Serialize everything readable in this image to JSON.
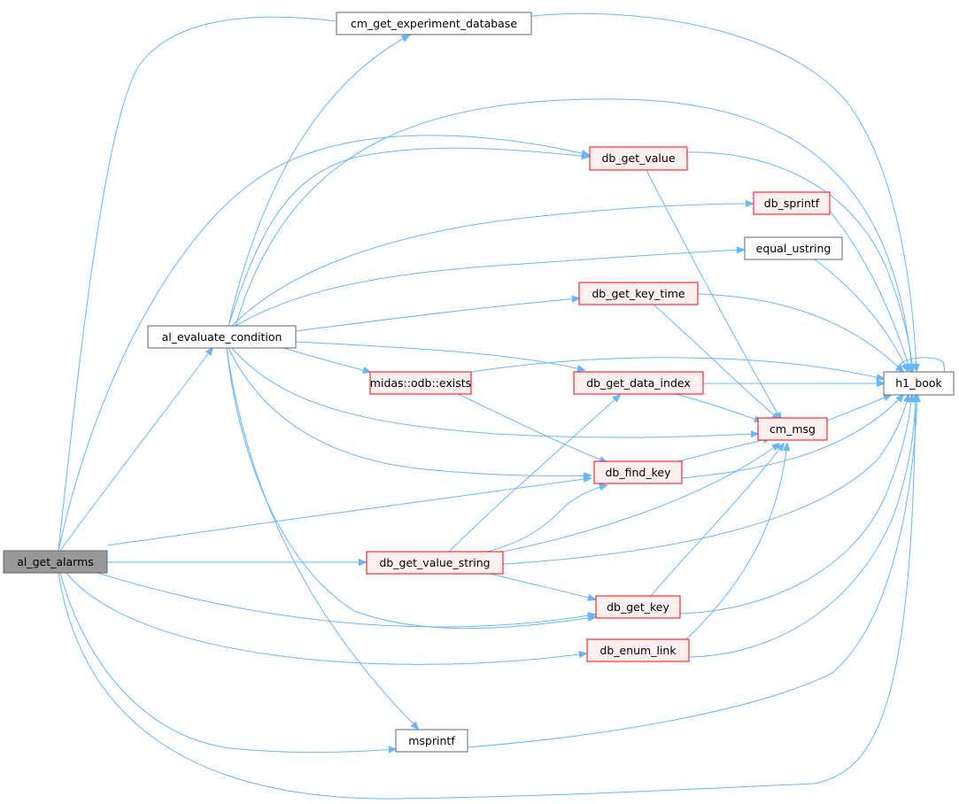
{
  "colors": {
    "edge": "#63b8ff",
    "root_fill": "#999999",
    "root_border": "#666666",
    "normal_fill": "#ffffff",
    "normal_border": "#666666",
    "highlight_fill": "#fff0f0",
    "highlight_border": "#ff0000"
  },
  "nodes": [
    {
      "id": "al_get_alarms",
      "label": "al_get_alarms",
      "style": "root"
    },
    {
      "id": "al_evaluate_condition",
      "label": "al_evaluate_condition",
      "style": "normal"
    },
    {
      "id": "cm_get_experiment_database",
      "label": "cm_get_experiment_database",
      "style": "normal"
    },
    {
      "id": "db_get_value",
      "label": "db_get_value",
      "style": "highlight"
    },
    {
      "id": "db_sprintf",
      "label": "db_sprintf",
      "style": "highlight"
    },
    {
      "id": "equal_ustring",
      "label": "equal_ustring",
      "style": "normal"
    },
    {
      "id": "db_get_key_time",
      "label": "db_get_key_time",
      "style": "highlight"
    },
    {
      "id": "midas_odb_exists",
      "label": "midas::odb::exists",
      "style": "highlight"
    },
    {
      "id": "db_get_data_index",
      "label": "db_get_data_index",
      "style": "highlight"
    },
    {
      "id": "h1_book",
      "label": "h1_book",
      "style": "normal"
    },
    {
      "id": "cm_msg",
      "label": "cm_msg",
      "style": "highlight"
    },
    {
      "id": "db_find_key",
      "label": "db_find_key",
      "style": "highlight"
    },
    {
      "id": "db_get_value_string",
      "label": "db_get_value_string",
      "style": "highlight"
    },
    {
      "id": "db_get_key",
      "label": "db_get_key",
      "style": "highlight"
    },
    {
      "id": "db_enum_link",
      "label": "db_enum_link",
      "style": "highlight"
    },
    {
      "id": "msprintf",
      "label": "msprintf",
      "style": "normal"
    }
  ],
  "edges": [
    {
      "from": "al_get_alarms",
      "to": "al_evaluate_condition"
    },
    {
      "from": "al_get_alarms",
      "to": "cm_get_experiment_database"
    },
    {
      "from": "al_get_alarms",
      "to": "db_get_value"
    },
    {
      "from": "al_get_alarms",
      "to": "db_find_key"
    },
    {
      "from": "al_get_alarms",
      "to": "db_get_value_string"
    },
    {
      "from": "al_get_alarms",
      "to": "db_get_key"
    },
    {
      "from": "al_get_alarms",
      "to": "db_enum_link"
    },
    {
      "from": "al_get_alarms",
      "to": "msprintf"
    },
    {
      "from": "al_get_alarms",
      "to": "h1_book"
    },
    {
      "from": "al_evaluate_condition",
      "to": "cm_get_experiment_database"
    },
    {
      "from": "al_evaluate_condition",
      "to": "db_get_value"
    },
    {
      "from": "al_evaluate_condition",
      "to": "db_sprintf"
    },
    {
      "from": "al_evaluate_condition",
      "to": "equal_ustring"
    },
    {
      "from": "al_evaluate_condition",
      "to": "db_get_key_time"
    },
    {
      "from": "al_evaluate_condition",
      "to": "midas_odb_exists"
    },
    {
      "from": "al_evaluate_condition",
      "to": "db_get_data_index"
    },
    {
      "from": "al_evaluate_condition",
      "to": "cm_msg"
    },
    {
      "from": "al_evaluate_condition",
      "to": "db_find_key"
    },
    {
      "from": "al_evaluate_condition",
      "to": "db_get_key"
    },
    {
      "from": "al_evaluate_condition",
      "to": "msprintf"
    },
    {
      "from": "al_evaluate_condition",
      "to": "h1_book"
    },
    {
      "from": "cm_get_experiment_database",
      "to": "h1_book"
    },
    {
      "from": "db_get_value",
      "to": "cm_msg"
    },
    {
      "from": "db_get_value",
      "to": "h1_book"
    },
    {
      "from": "db_sprintf",
      "to": "h1_book"
    },
    {
      "from": "equal_ustring",
      "to": "h1_book"
    },
    {
      "from": "db_get_key_time",
      "to": "cm_msg"
    },
    {
      "from": "db_get_key_time",
      "to": "h1_book"
    },
    {
      "from": "midas_odb_exists",
      "to": "db_find_key"
    },
    {
      "from": "midas_odb_exists",
      "to": "h1_book"
    },
    {
      "from": "db_get_data_index",
      "to": "cm_msg"
    },
    {
      "from": "db_get_data_index",
      "to": "h1_book"
    },
    {
      "from": "cm_msg",
      "to": "h1_book"
    },
    {
      "from": "db_find_key",
      "to": "cm_msg"
    },
    {
      "from": "db_find_key",
      "to": "h1_book"
    },
    {
      "from": "db_get_value_string",
      "to": "db_get_data_index"
    },
    {
      "from": "db_get_value_string",
      "to": "db_find_key"
    },
    {
      "from": "db_get_value_string",
      "to": "cm_msg"
    },
    {
      "from": "db_get_value_string",
      "to": "db_get_key"
    },
    {
      "from": "db_get_value_string",
      "to": "h1_book"
    },
    {
      "from": "db_get_key",
      "to": "cm_msg"
    },
    {
      "from": "db_get_key",
      "to": "h1_book"
    },
    {
      "from": "db_enum_link",
      "to": "cm_msg"
    },
    {
      "from": "db_enum_link",
      "to": "h1_book"
    },
    {
      "from": "msprintf",
      "to": "h1_book"
    },
    {
      "from": "h1_book",
      "to": "h1_book"
    }
  ]
}
